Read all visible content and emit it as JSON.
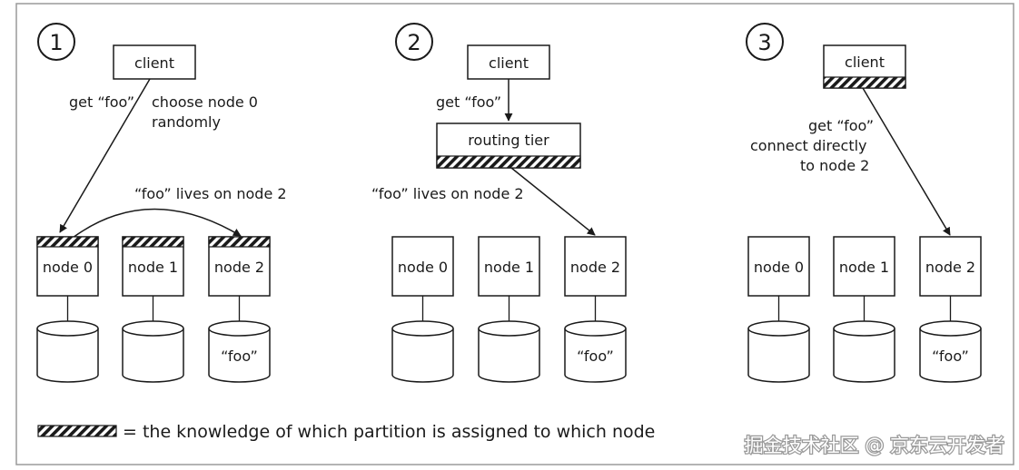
{
  "panels": [
    {
      "number": "1",
      "client": "client",
      "nodes": [
        "node 0",
        "node 1",
        "node 2"
      ],
      "annotations": [
        "get “foo”",
        "choose node 0",
        "randomly",
        "“foo” lives on node 2"
      ],
      "db_label": "“foo”"
    },
    {
      "number": "2",
      "client": "client",
      "routing": "routing tier",
      "nodes": [
        "node 0",
        "node 1",
        "node 2"
      ],
      "annotations": [
        "get “foo”",
        "“foo” lives on node 2"
      ],
      "db_label": "“foo”"
    },
    {
      "number": "3",
      "client": "client",
      "nodes": [
        "node 0",
        "node 1",
        "node 2"
      ],
      "annotations": [
        "get “foo”",
        "connect directly",
        "to node 2"
      ],
      "db_label": "“foo”"
    }
  ],
  "legend": "= the knowledge of which partition is assigned to which node",
  "watermark": "掘金技术社区 @ 京东云开发者"
}
